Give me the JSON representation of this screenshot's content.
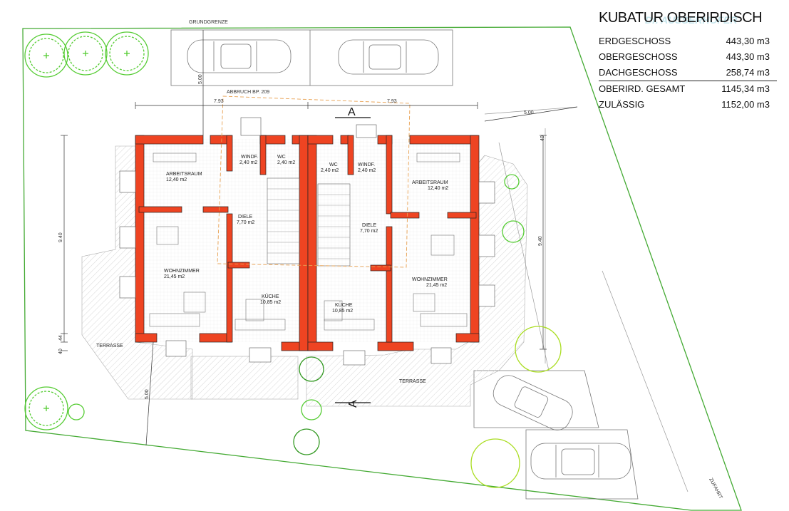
{
  "plan": {
    "grundgrenze": "GRUNDGRENZE",
    "abbruch": "ABBRUCH BP. 209",
    "zufahrt": "ZUFAHRT",
    "section_mark": "A",
    "terrasse": "TERRASSE",
    "dimensions": {
      "width_left": "7.93",
      "width_right": "7.93",
      "depth_left": "9.40",
      "depth_right": "9.40",
      "setback_top": "5.00",
      "setback_bottom": "5.00",
      "setback_right": "5.00",
      "wall_a": "40",
      "wall_b": "44",
      "wall_c": "40"
    },
    "rooms": {
      "arbeitsraum": {
        "name": "ARBEITSRAUM",
        "area": "12,40 m2"
      },
      "windf": {
        "name": "WINDF.",
        "area": "2,40 m2"
      },
      "wc": {
        "name": "WC",
        "area": "2,40 m2"
      },
      "diele": {
        "name": "DIELE",
        "area": "7,70 m2"
      },
      "wohnzimmer": {
        "name": "WOHNZIMMER",
        "area": "21,45 m2"
      },
      "kueche": {
        "name": "KÜCHE",
        "area": "10,85 m2"
      }
    }
  },
  "kubatur": {
    "title": "KUBATUR OBERIRDISCH",
    "watermark": "Dr. AUSSERHOFER",
    "rows": [
      {
        "label": "ERDGESCHOSS",
        "value": "443,30 m3"
      },
      {
        "label": "OBERGESCHOSS",
        "value": "443,30 m3"
      },
      {
        "label": "DACHGESCHOSS",
        "value": "258,74 m3"
      },
      {
        "label": "OBERIRD. GESAMT",
        "value": "1145,34 m3"
      },
      {
        "label": "ZULÄSSIG",
        "value": "1152,00 m3"
      }
    ]
  },
  "colors": {
    "walls": "#ee4422",
    "boundary": "#44aa33",
    "trees": "#55cc33",
    "hatch": "#dddddd"
  }
}
